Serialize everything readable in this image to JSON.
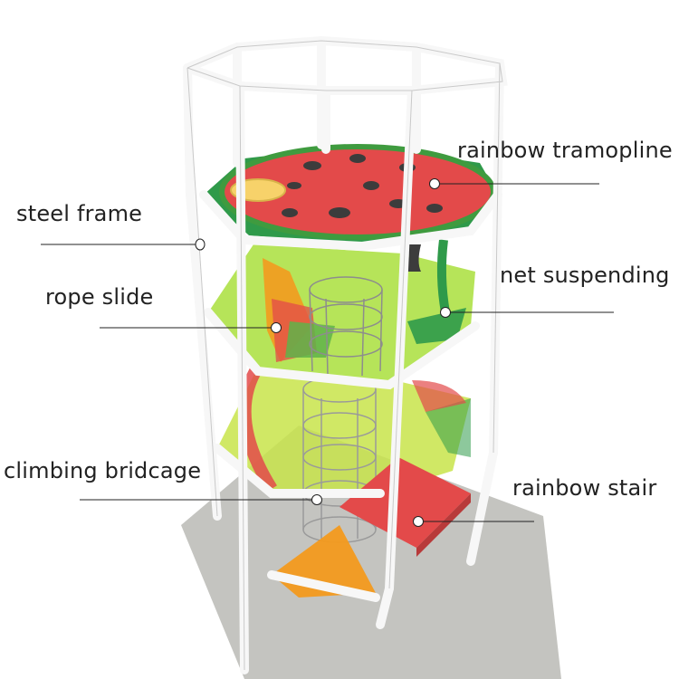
{
  "labels": {
    "rainbow_trampoline": "rainbow tramopline",
    "steel_frame": "steel frame",
    "net_suspending": "net suspending",
    "rope_slide": "rope slide",
    "climbing_bridcage": "climbing bridcage",
    "rainbow_stair": "rainbow stair"
  },
  "colors": {
    "frame": "#f7f7f7",
    "frame_edge": "#c9c9c9",
    "floor": "#c4c4c0",
    "watermelon_red": "#e34a4a",
    "watermelon_rind": "#3f9b3f",
    "seed": "#3c3c3c",
    "lime": "#c8e44a",
    "orange": "#f39a1e",
    "green_net": "#2f9a4a",
    "leader": "#222222"
  }
}
